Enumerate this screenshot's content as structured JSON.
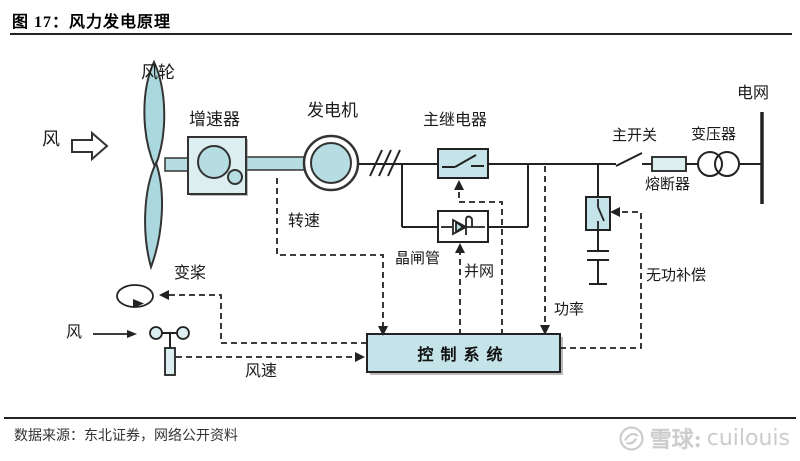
{
  "figure": {
    "title": "图 17：风力发电原理",
    "source": "数据来源：东北证券，网络公开资料"
  },
  "watermark": {
    "site": "雪球",
    "separator": ":",
    "user": "cuilouis"
  },
  "diagram": {
    "labels": {
      "wind_main": "风",
      "rotor": "风轮",
      "gearbox": "增速器",
      "generator": "发电机",
      "main_relay": "主继电器",
      "rotation_speed": "转速",
      "thyristor": "晶闸管",
      "grid_connection": "并网",
      "power": "功率",
      "main_switch": "主开关",
      "transformer": "变压器",
      "fuse": "熔断器",
      "grid": "电网",
      "reactive_compensation": "无功补偿",
      "pitch": "变桨",
      "wind_sensor": "风",
      "wind_speed": "风速",
      "control_system": "控制系统"
    }
  },
  "colors": {
    "background": "#ffffff",
    "line": "#222222",
    "fill_light": "#c4e4e9",
    "fill_lighter": "#dceef0",
    "fill_blade": "#abd8df",
    "fill_inner": "#b5dde2",
    "watermark": "#cccccc"
  }
}
